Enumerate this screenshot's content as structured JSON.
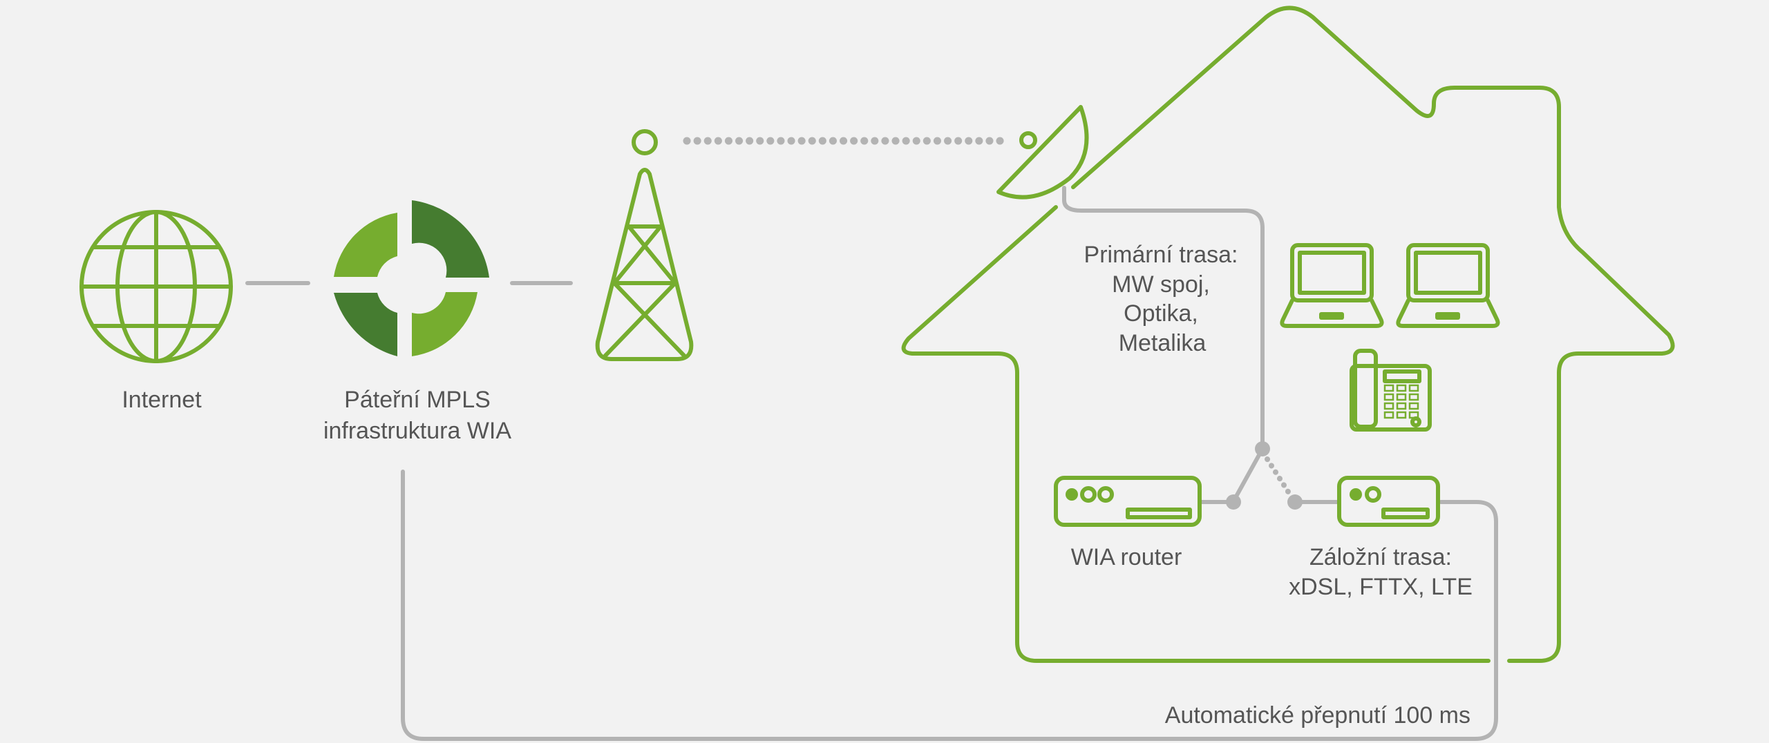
{
  "colors": {
    "background": "#f2f2f2",
    "accent_green": "#76ad2f",
    "dark_green": "#457c30",
    "line_gray": "#b3b3b3",
    "text_gray": "#555555"
  },
  "labels": {
    "internet": "Internet",
    "mpls_line1": "Páteřní MPLS",
    "mpls_line2": "infrastruktura WIA",
    "primary_line1": "Primární trasa:",
    "primary_line2": "MW spoj,",
    "primary_line3": "Optika,",
    "primary_line4": "Metalika",
    "wia_router": "WIA router",
    "backup_line1": "Záložní trasa:",
    "backup_line2": "xDSL, FTTX, LTE",
    "auto_switch": "Automatické přepnutí 100 ms"
  },
  "icons": {
    "globe": "globe-icon",
    "mpls": "mpls-backbone-icon",
    "tower": "transmission-tower-icon",
    "dish": "satellite-dish-icon",
    "house": "house-outline-icon",
    "laptop": "laptop-icon",
    "phone": "desk-phone-icon",
    "router": "router-icon",
    "modem": "modem-icon"
  }
}
